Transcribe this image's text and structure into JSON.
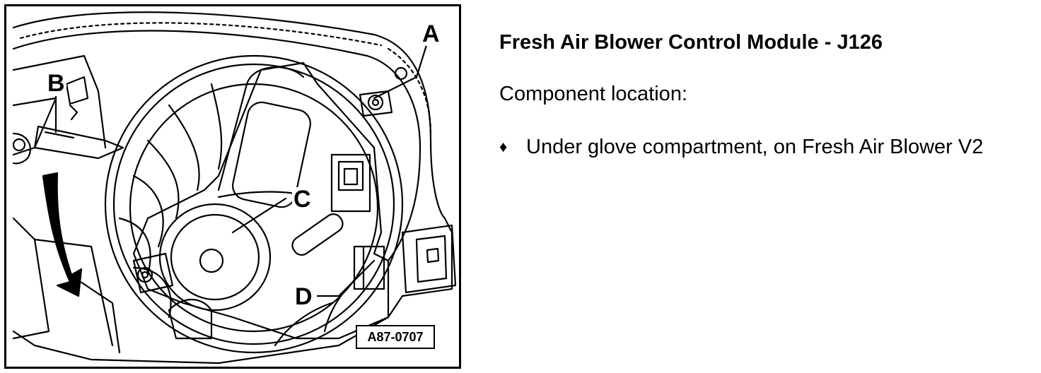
{
  "figure": {
    "callouts": {
      "a": "A",
      "b": "B",
      "c": "C",
      "d": "D"
    },
    "reference": "A87-0707"
  },
  "text": {
    "title": "Fresh Air Blower Control Module - J126",
    "subtitle": "Component location:",
    "bullet_symbol": "♦",
    "bullet_item": "Under glove compartment, on Fresh Air Blower V2"
  }
}
